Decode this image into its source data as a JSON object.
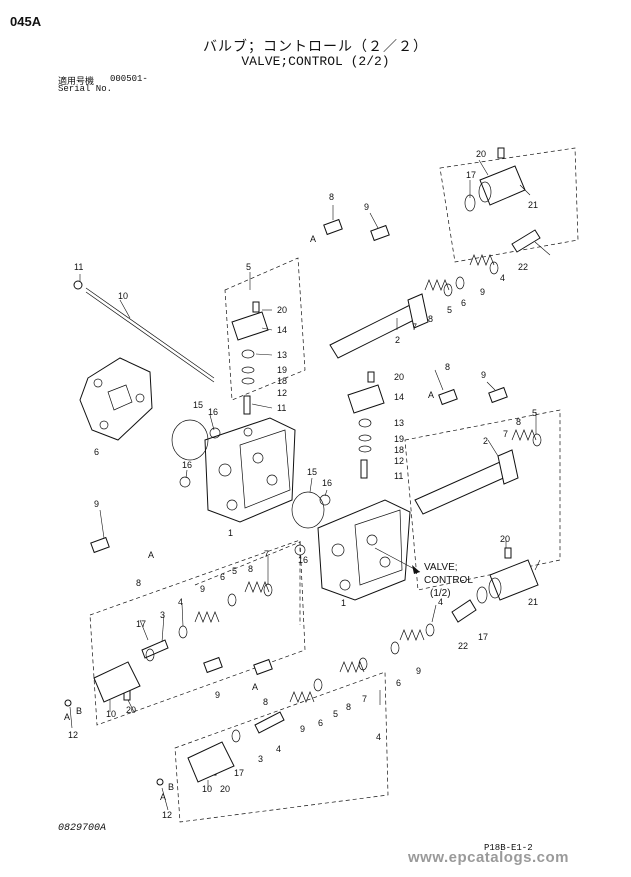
{
  "header": {
    "page_code": "045A",
    "title_jp": "バルブ；コントロール（２／２）",
    "title_en": "VALVE;CONTROL (2/2)",
    "serial_label_jp": "適用号機",
    "serial_value": "000501-",
    "serial_label_en": "Serial No."
  },
  "callouts": {
    "n1": "1",
    "n2": "2",
    "n3": "3",
    "n4": "4",
    "n5": "5",
    "n6": "6",
    "n7": "7",
    "n8": "8",
    "n9": "9",
    "n10": "10",
    "n11": "11",
    "n12": "12",
    "n13": "13",
    "n14": "14",
    "n15": "15",
    "n16": "16",
    "n17": "17",
    "n18": "18",
    "n19": "19",
    "n20": "20",
    "n21": "21",
    "n22": "22",
    "a": "A",
    "b": "B"
  },
  "cross_ref": {
    "line1": "VALVE;",
    "line2": "CONTROL",
    "line3": "(1/2)"
  },
  "footer": {
    "drawing_number": "0829700A",
    "reference_code": "P18B-E1-2",
    "watermark": "www.epcatalogs.com"
  }
}
